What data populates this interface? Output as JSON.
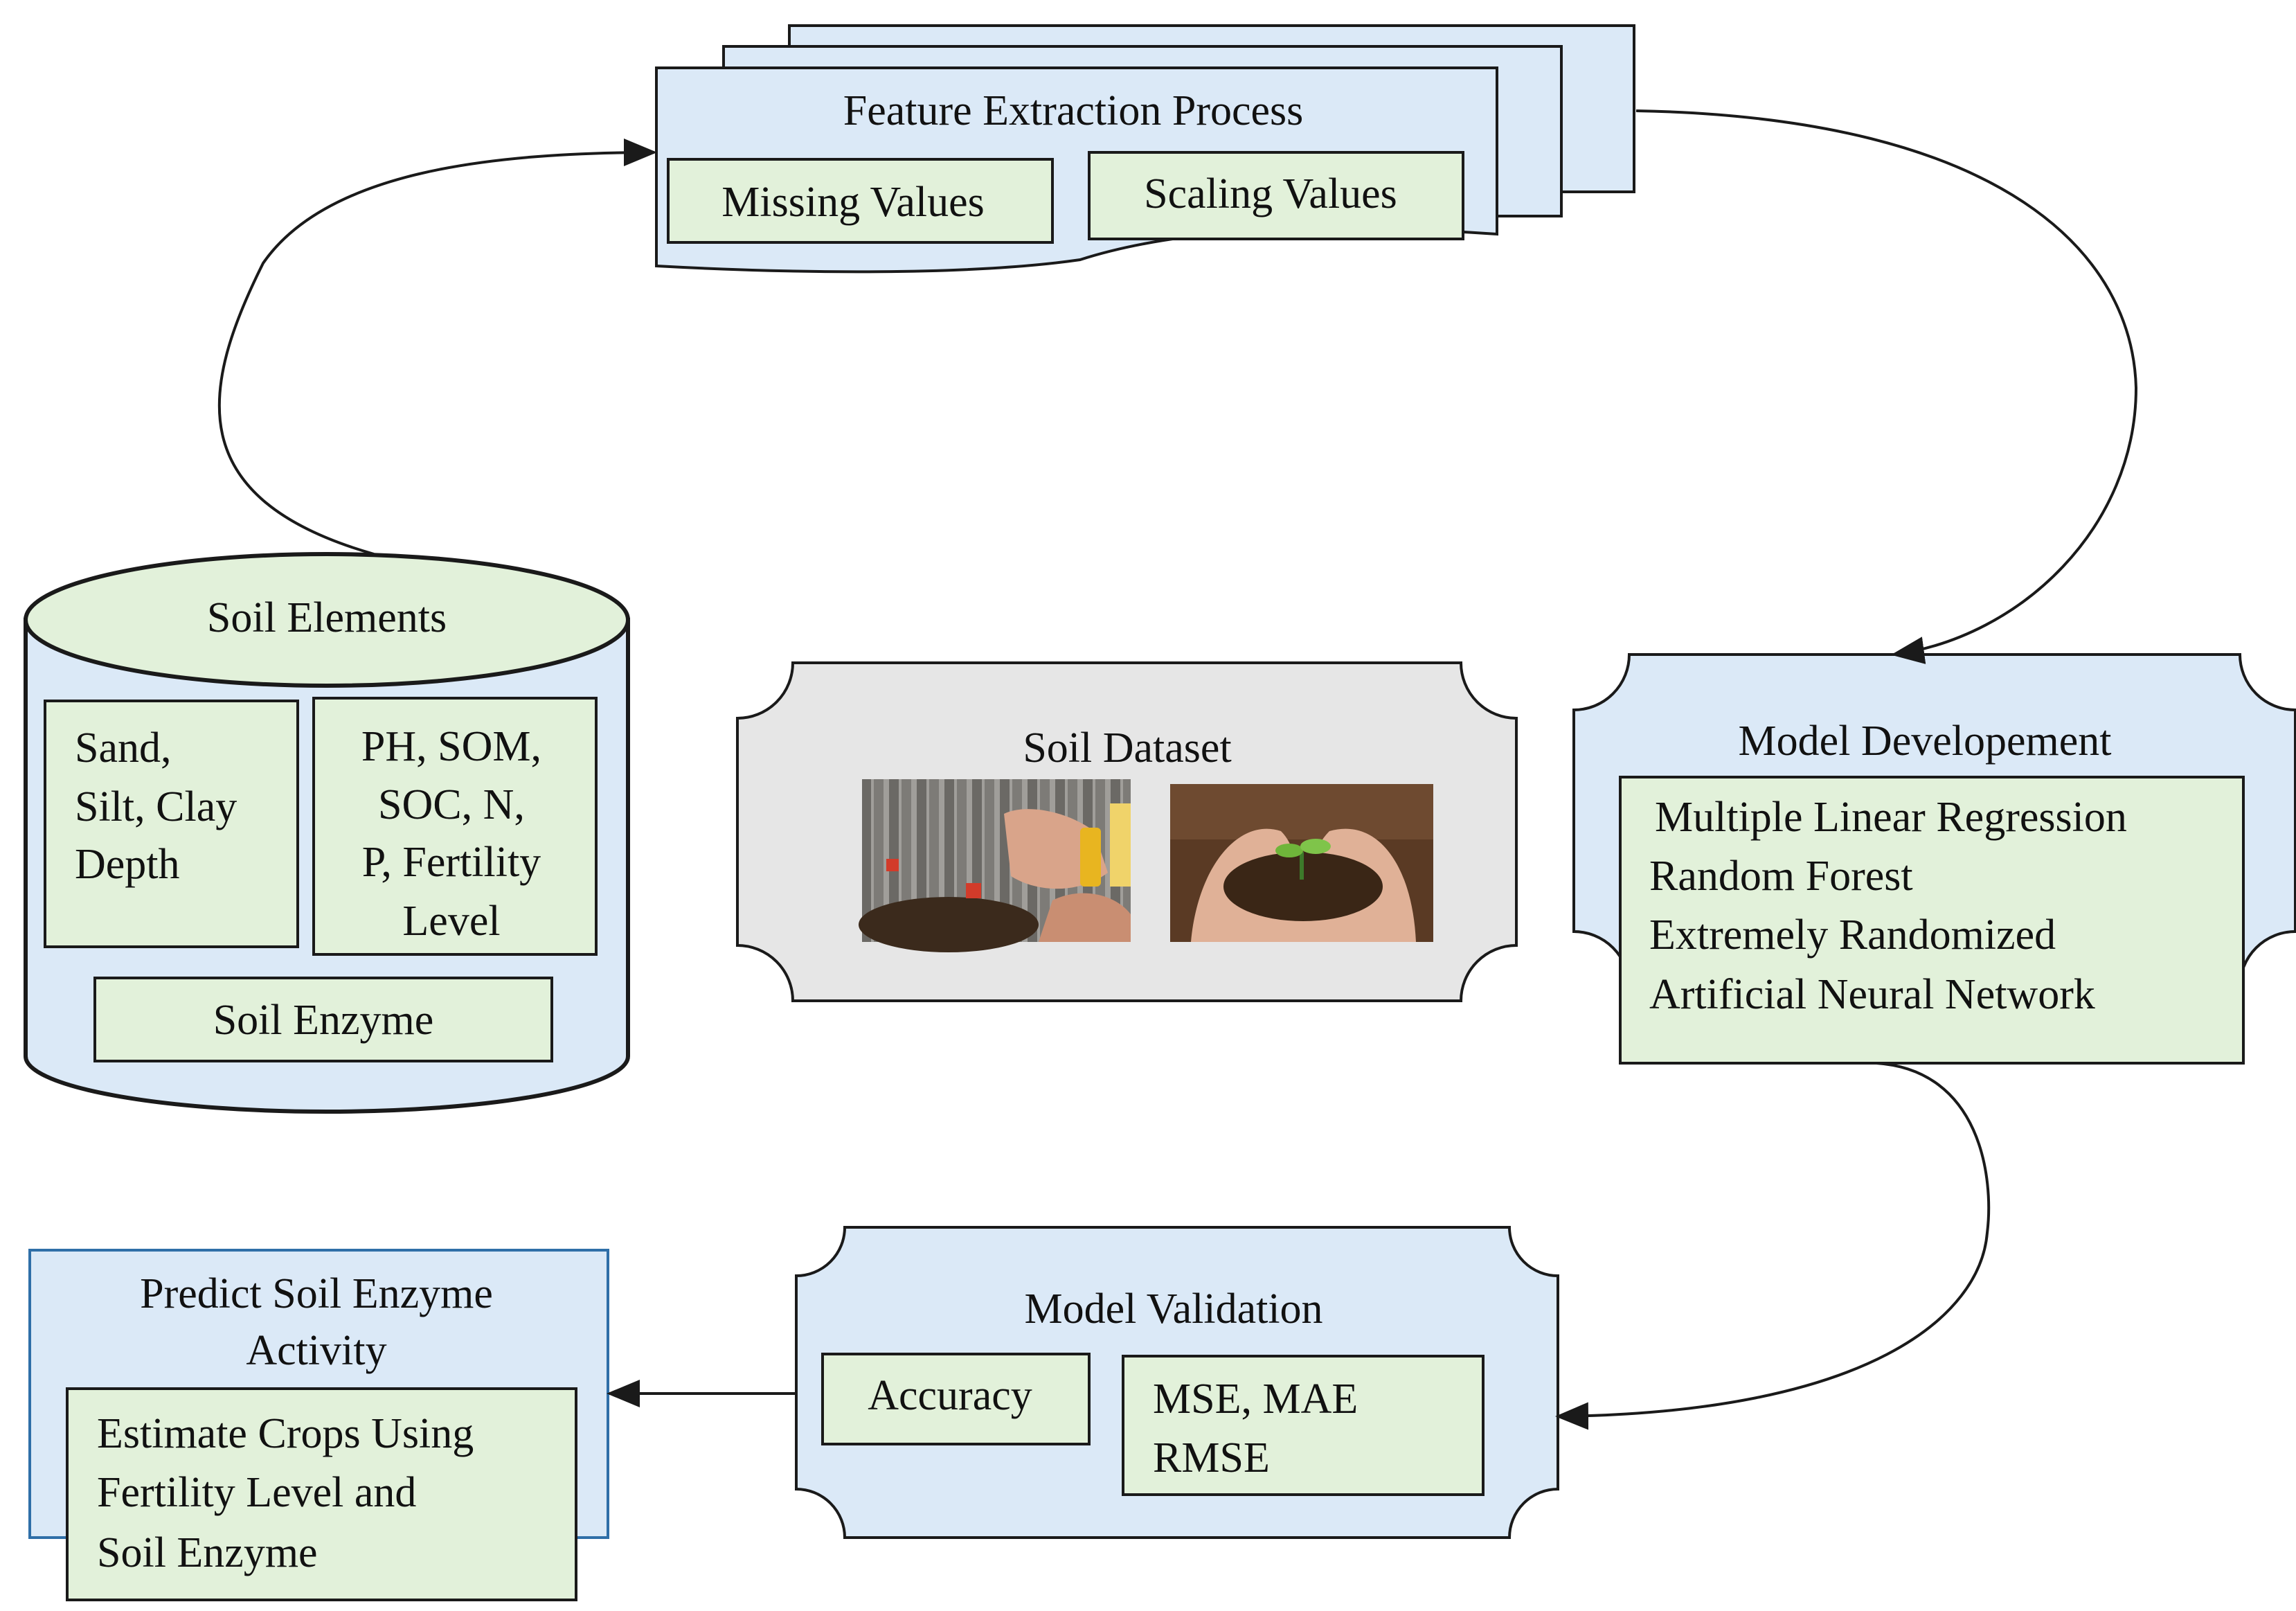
{
  "colors": {
    "blue_fill": "#dbe9f7",
    "green_fill": "#e2f1da",
    "gray_fill": "#e6e6e6",
    "stroke": "#1a1a1a",
    "predict_stroke": "#2f6fa8"
  },
  "feature_extraction": {
    "title": "Feature Extraction Process",
    "missing": "Missing Values",
    "scaling": "Scaling Values"
  },
  "soil_elements": {
    "title": "Soil Elements",
    "texture": [
      "Sand,",
      "Silt, Clay",
      "Depth"
    ],
    "chemistry": [
      "PH, SOM,",
      "SOC, N,",
      "P, Fertility",
      "Level"
    ],
    "enzyme": "Soil Enzyme"
  },
  "soil_dataset": {
    "title": "Soil Dataset",
    "photos": [
      "lab-testing-photo",
      "hands-holding-soil-seedling-photo"
    ]
  },
  "model_development": {
    "title": "Model Developement",
    "methods": [
      "Multiple Linear Regression",
      "Random Forest",
      "Extremely Randomized",
      "Artificial Neural Network"
    ]
  },
  "model_validation": {
    "title": "Model Validation",
    "accuracy": "Accuracy",
    "errors": [
      "MSE, MAE",
      "RMSE"
    ]
  },
  "predict": {
    "title": [
      "Predict Soil Enzyme",
      "Activity"
    ],
    "estimate": [
      "Estimate Crops Using",
      "Fertility Level and",
      "Soil Enzyme"
    ]
  }
}
